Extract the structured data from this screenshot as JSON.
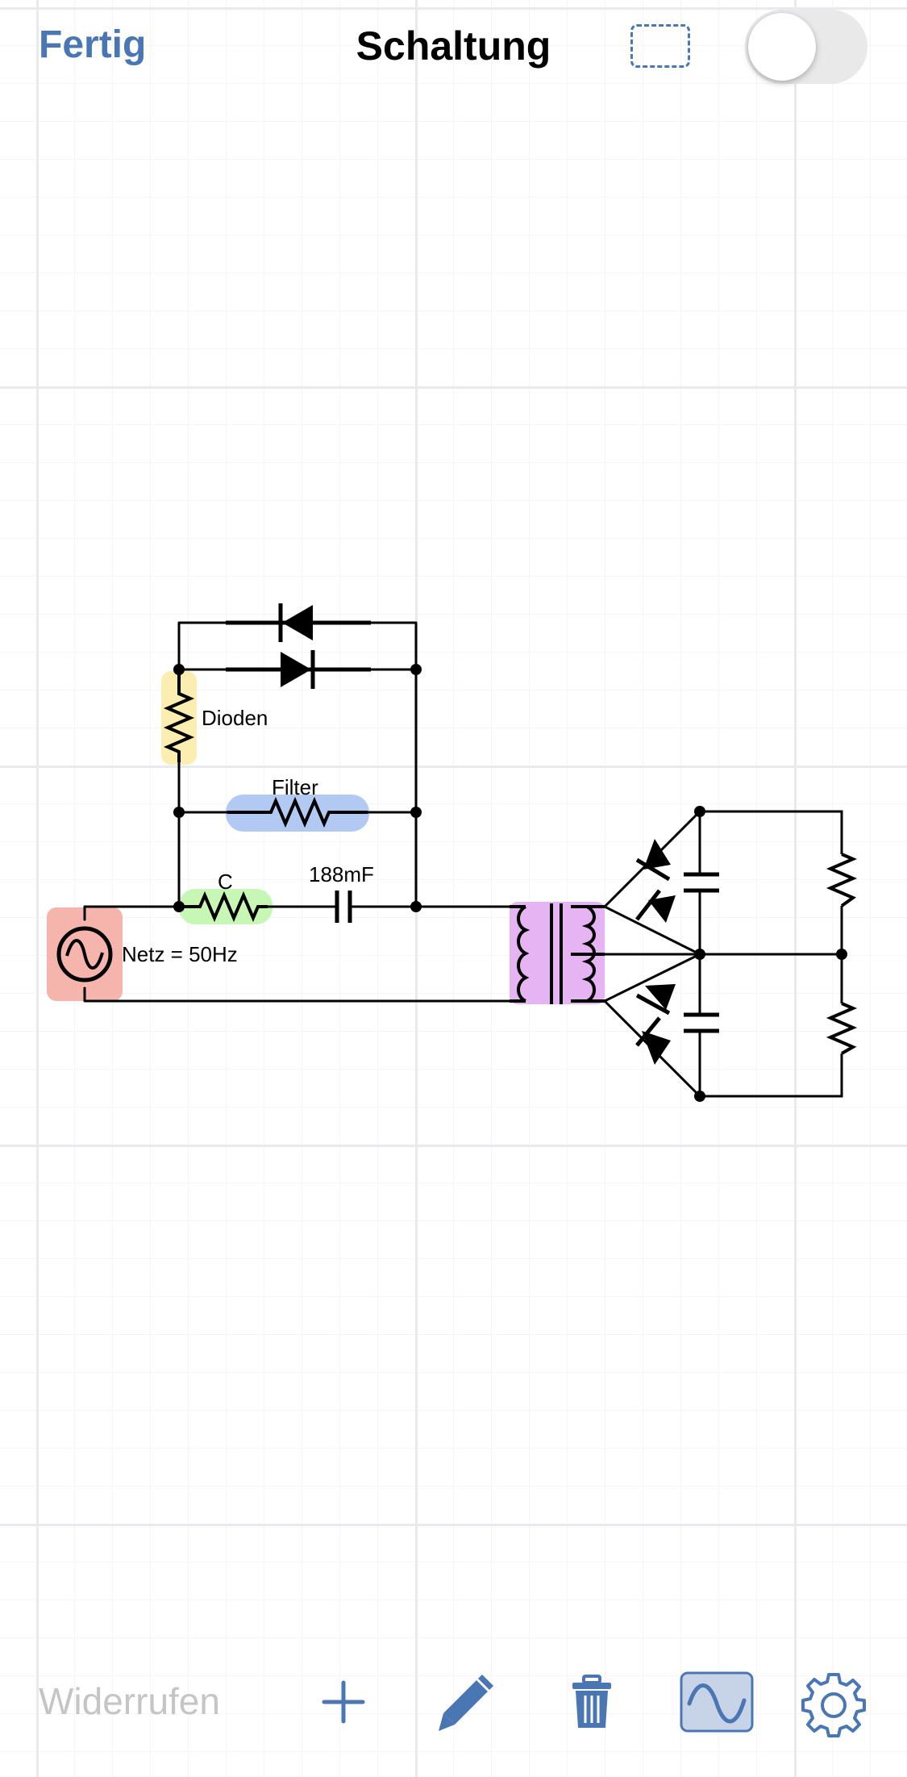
{
  "header": {
    "done_label": "Fertig",
    "title": "Schaltung",
    "select_icon": "dashed-selection-icon",
    "toggle_state": "off"
  },
  "circuit": {
    "labels": {
      "diodes": "Dioden",
      "filter": "Filter",
      "capacitor_name": "C",
      "capacitor_value": "188mF",
      "source": "Netz = 50Hz"
    },
    "highlight_colors": {
      "diodes_resistor": "#fbeeb0",
      "filter_resistor": "#b2c9f4",
      "c_resistor": "#c7f7b4",
      "source": "#f5b4ac",
      "transformer": "#e6b3f3"
    }
  },
  "toolbar": {
    "undo_label": "Widerrufen",
    "accent_color": "#4a77b4",
    "icons": [
      "plus-icon",
      "pencil-icon",
      "trash-icon",
      "sine-wave-icon",
      "gear-icon"
    ]
  }
}
